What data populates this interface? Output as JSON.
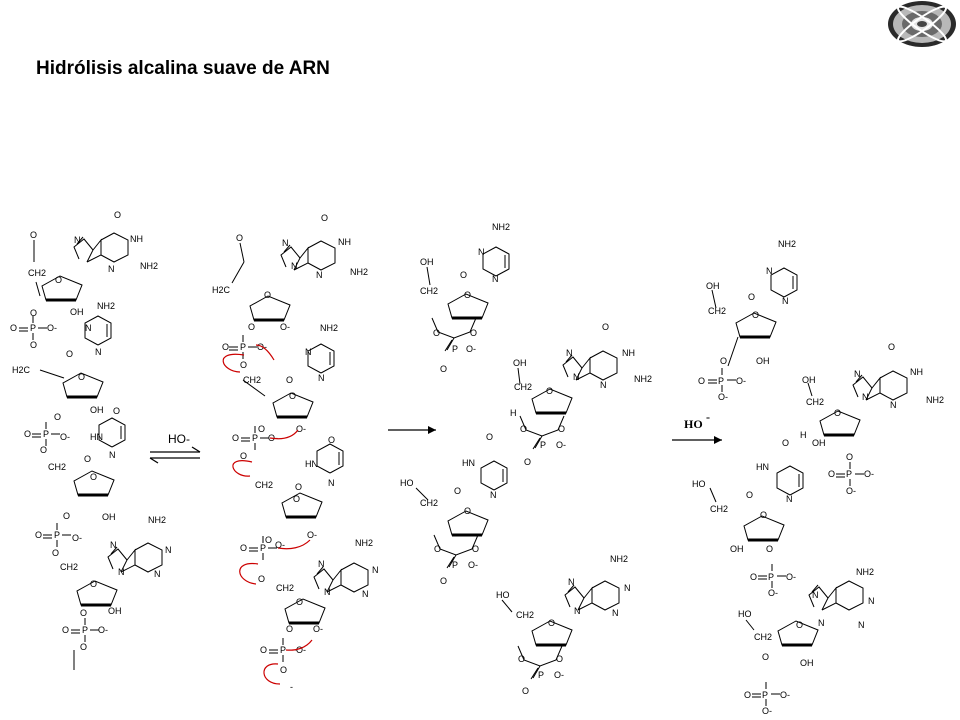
{
  "title": "Hidrólisis alcalina suave de ARN",
  "reagent_reverse": "HO-",
  "reagent_forward": "HO",
  "reagent_forward_sup": "-",
  "atoms": {
    "O": "O",
    "N": "N",
    "NH": "NH",
    "HN": "HN",
    "NH2": "NH2",
    "CH2": "CH2",
    "H2C": "H2C",
    "OH": "OH",
    "HO": "HO",
    "H": "H",
    "P": "P",
    "O_neg": "O-",
    "neg": "-"
  },
  "colors": {
    "text": "#000000",
    "arrow_red": "#cc0000",
    "bond": "#000000"
  },
  "icons": {
    "logo": "crystal-logo-icon",
    "reaction_arrow": "arrow-right-icon",
    "equilibrium": "equilibrium-arrows-icon",
    "curved_arrow": "curved-arrow-icon"
  }
}
